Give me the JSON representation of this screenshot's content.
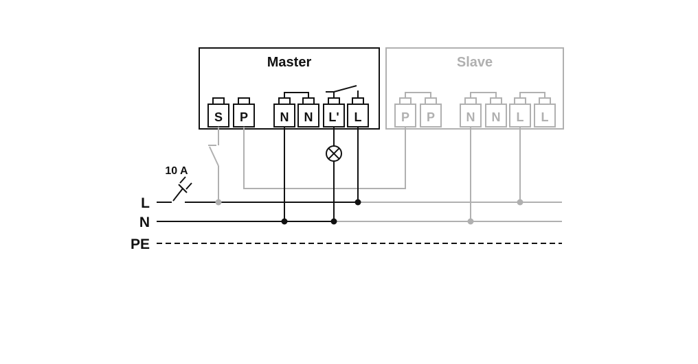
{
  "diagram": {
    "master": {
      "title": "Master",
      "terminals": [
        "S",
        "P",
        "N",
        "N",
        "L'",
        "L"
      ]
    },
    "slave": {
      "title": "Slave",
      "terminals": [
        "P",
        "P",
        "N",
        "N",
        "L",
        "L"
      ]
    },
    "supply": {
      "breaker_label": "10 A",
      "line_labels": [
        "L",
        "N",
        "PE"
      ]
    },
    "colors": {
      "primary": "#111111",
      "secondary": "#b0b0b0",
      "background": "#ffffff"
    },
    "icons": {
      "lamp": "crossed-circle-lamp-icon",
      "switch": "open-switch-contact-icon",
      "plug": "mains-plug-icon",
      "junction": "connection-dot"
    }
  }
}
